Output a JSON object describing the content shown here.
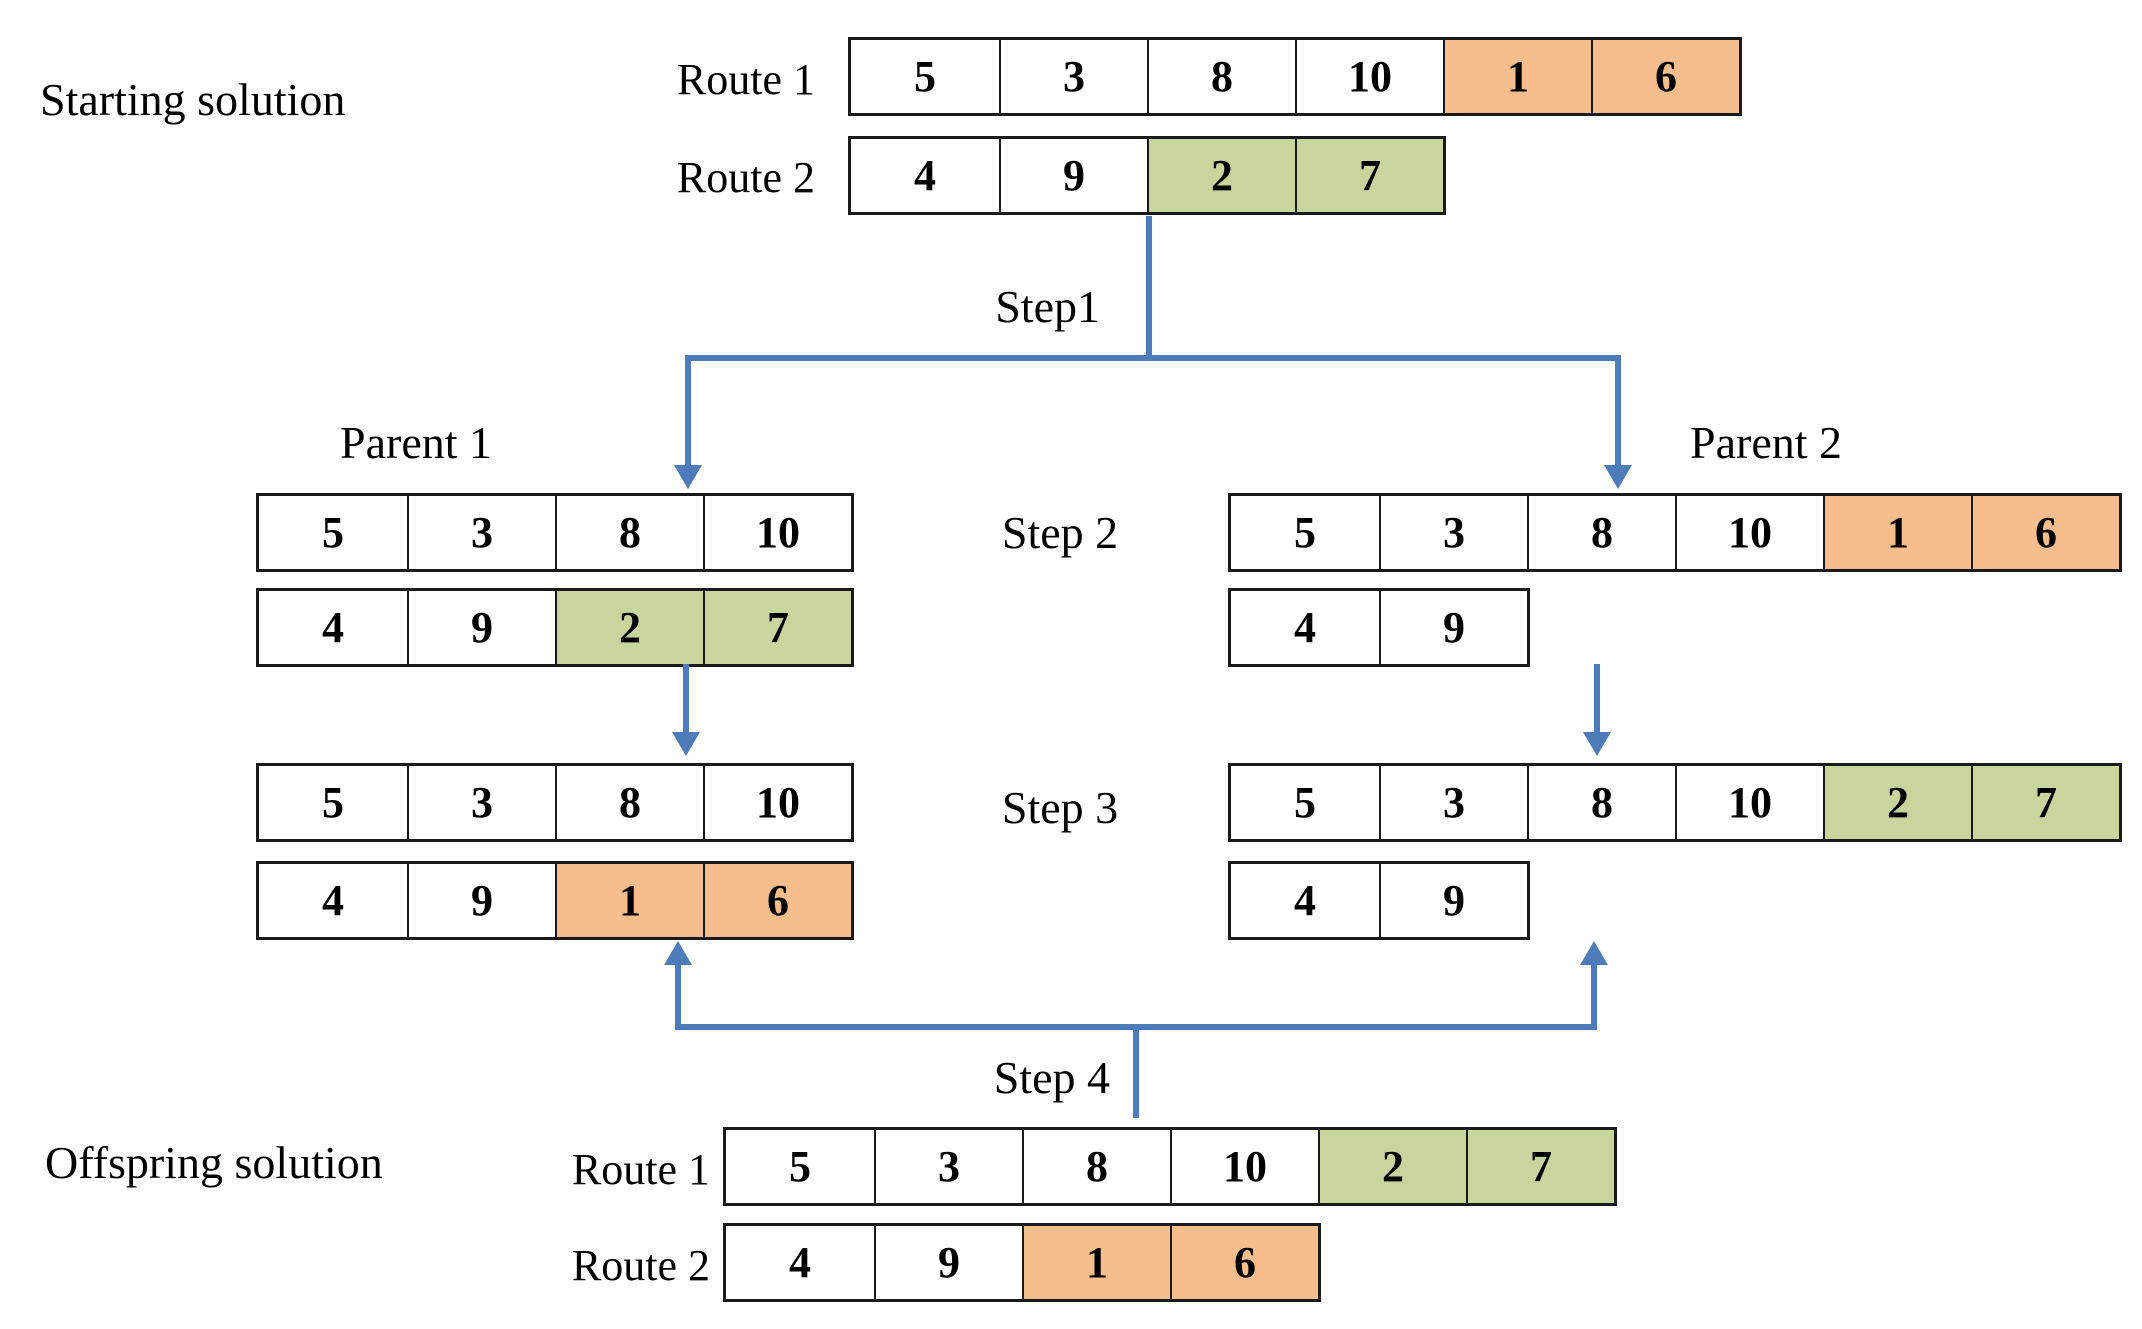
{
  "colors": {
    "orange": "#F6BE8C",
    "green": "#C8D69E",
    "arrow_blue": "#4E7CBA",
    "table_border": "#1a1a1a"
  },
  "labels": {
    "starting_solution": "Starting solution",
    "offspring_solution": "Offspring solution",
    "parent1": "Parent 1",
    "parent2": "Parent 2",
    "step1": "Step1",
    "step2": "Step 2",
    "step3": "Step 3",
    "step4": "Step 4",
    "start_route1": "Route 1",
    "start_route2": "Route 2",
    "offspring_route1": "Route 1",
    "offspring_route2": "Route 2"
  },
  "tables": {
    "start_route1": {
      "cells": [
        {
          "value": "5",
          "fill": "plain"
        },
        {
          "value": "3",
          "fill": "plain"
        },
        {
          "value": "8",
          "fill": "plain"
        },
        {
          "value": "10",
          "fill": "plain"
        },
        {
          "value": "1",
          "fill": "orange"
        },
        {
          "value": "6",
          "fill": "orange"
        }
      ]
    },
    "start_route2": {
      "cells": [
        {
          "value": "4",
          "fill": "plain"
        },
        {
          "value": "9",
          "fill": "plain"
        },
        {
          "value": "2",
          "fill": "green"
        },
        {
          "value": "7",
          "fill": "green"
        }
      ]
    },
    "parent1_row1": {
      "cells": [
        {
          "value": "5",
          "fill": "plain"
        },
        {
          "value": "3",
          "fill": "plain"
        },
        {
          "value": "8",
          "fill": "plain"
        },
        {
          "value": "10",
          "fill": "plain"
        }
      ]
    },
    "parent1_row2": {
      "cells": [
        {
          "value": "4",
          "fill": "plain"
        },
        {
          "value": "9",
          "fill": "plain"
        },
        {
          "value": "2",
          "fill": "green"
        },
        {
          "value": "7",
          "fill": "green"
        }
      ]
    },
    "parent2_row1": {
      "cells": [
        {
          "value": "5",
          "fill": "plain"
        },
        {
          "value": "3",
          "fill": "plain"
        },
        {
          "value": "8",
          "fill": "plain"
        },
        {
          "value": "10",
          "fill": "plain"
        },
        {
          "value": "1",
          "fill": "orange"
        },
        {
          "value": "6",
          "fill": "orange"
        }
      ]
    },
    "parent2_row2": {
      "cells": [
        {
          "value": "4",
          "fill": "plain"
        },
        {
          "value": "9",
          "fill": "plain"
        }
      ]
    },
    "step3_left_row1": {
      "cells": [
        {
          "value": "5",
          "fill": "plain"
        },
        {
          "value": "3",
          "fill": "plain"
        },
        {
          "value": "8",
          "fill": "plain"
        },
        {
          "value": "10",
          "fill": "plain"
        }
      ]
    },
    "step3_left_row2": {
      "cells": [
        {
          "value": "4",
          "fill": "plain"
        },
        {
          "value": "9",
          "fill": "plain"
        },
        {
          "value": "1",
          "fill": "orange"
        },
        {
          "value": "6",
          "fill": "orange"
        }
      ]
    },
    "step3_right_row1": {
      "cells": [
        {
          "value": "5",
          "fill": "plain"
        },
        {
          "value": "3",
          "fill": "plain"
        },
        {
          "value": "8",
          "fill": "plain"
        },
        {
          "value": "10",
          "fill": "plain"
        },
        {
          "value": "2",
          "fill": "green"
        },
        {
          "value": "7",
          "fill": "green"
        }
      ]
    },
    "step3_right_row2": {
      "cells": [
        {
          "value": "4",
          "fill": "plain"
        },
        {
          "value": "9",
          "fill": "plain"
        }
      ]
    },
    "offspring_route1": {
      "cells": [
        {
          "value": "5",
          "fill": "plain"
        },
        {
          "value": "3",
          "fill": "plain"
        },
        {
          "value": "8",
          "fill": "plain"
        },
        {
          "value": "10",
          "fill": "plain"
        },
        {
          "value": "2",
          "fill": "green"
        },
        {
          "value": "7",
          "fill": "green"
        }
      ]
    },
    "offspring_route2": {
      "cells": [
        {
          "value": "4",
          "fill": "plain"
        },
        {
          "value": "9",
          "fill": "plain"
        },
        {
          "value": "1",
          "fill": "orange"
        },
        {
          "value": "6",
          "fill": "orange"
        }
      ]
    }
  }
}
